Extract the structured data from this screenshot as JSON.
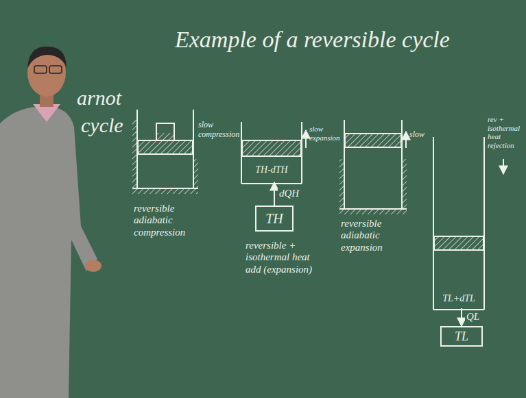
{
  "diagram": {
    "title": "Example of a reversible cycle",
    "nodes": [
      {
        "text": [
          "TH-dTH"
        ]
      },
      {
        "text": [
          "TH"
        ]
      },
      {
        "text": [
          "TL+dTL"
        ]
      },
      {
        "text": [
          "TL"
        ]
      }
    ],
    "edges": [
      {
        "from": 1,
        "to": 0,
        "arrow": "to",
        "label": "dQH"
      },
      {
        "from": 2,
        "to": 3,
        "arrow": "to",
        "label": "QL"
      }
    ],
    "labels": [
      "arnot",
      "cycle",
      "slow compression",
      "reversible adiabatic compression",
      "slow expansion",
      "reversible + isothermal heat add (expansion)",
      "slow",
      "reversible adiabatic expansion",
      "rev + isothermal heat rejection"
    ]
  }
}
